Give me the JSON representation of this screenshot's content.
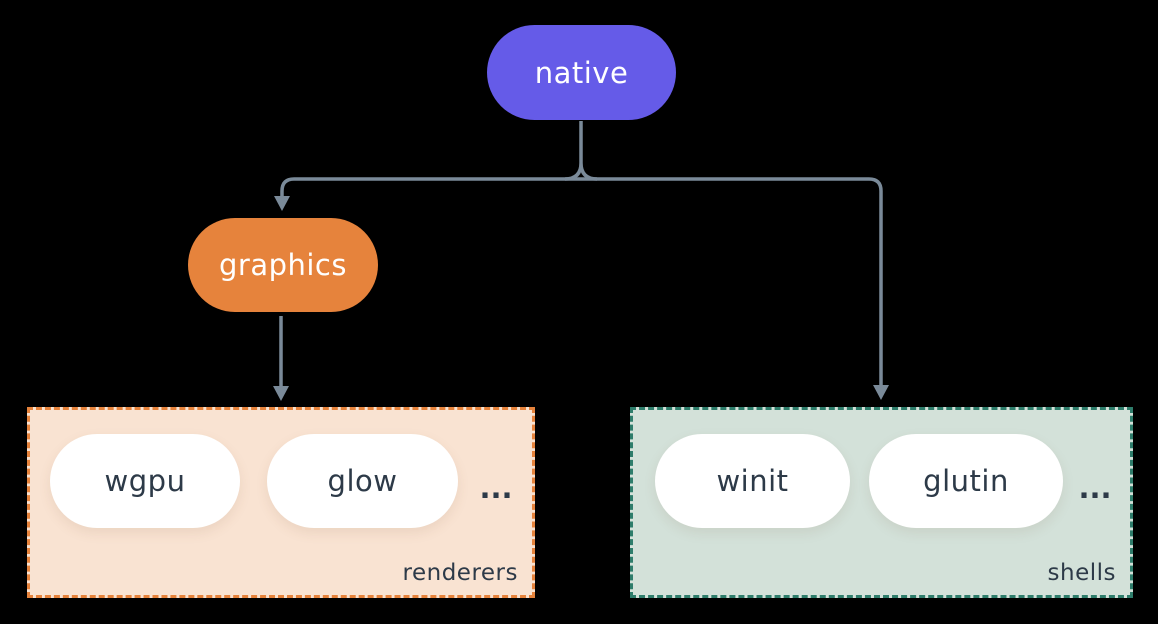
{
  "diagram": {
    "background": "#000000",
    "connector_color": "#7A8A99",
    "nodes": {
      "native": {
        "label": "native",
        "fill": "#655BE8",
        "text_color": "#FFFFFF"
      },
      "graphics": {
        "label": "graphics",
        "fill": "#E6833C",
        "text_color": "#FFFFFF"
      }
    },
    "groups": {
      "renderers": {
        "label": "renderers",
        "fill": "#F9E3D2",
        "border_color": "#E6833C",
        "text_color": "#2D3A48",
        "items": [
          "wgpu",
          "glow"
        ],
        "ellipsis": "..."
      },
      "shells": {
        "label": "shells",
        "fill": "#D3E1D9",
        "border_color": "#2E7D6B",
        "text_color": "#2D3A48",
        "items": [
          "winit",
          "glutin"
        ],
        "ellipsis": "..."
      }
    },
    "edges": [
      {
        "from": "native",
        "to": "graphics"
      },
      {
        "from": "native",
        "to": "shells"
      },
      {
        "from": "graphics",
        "to": "renderers"
      }
    ]
  }
}
